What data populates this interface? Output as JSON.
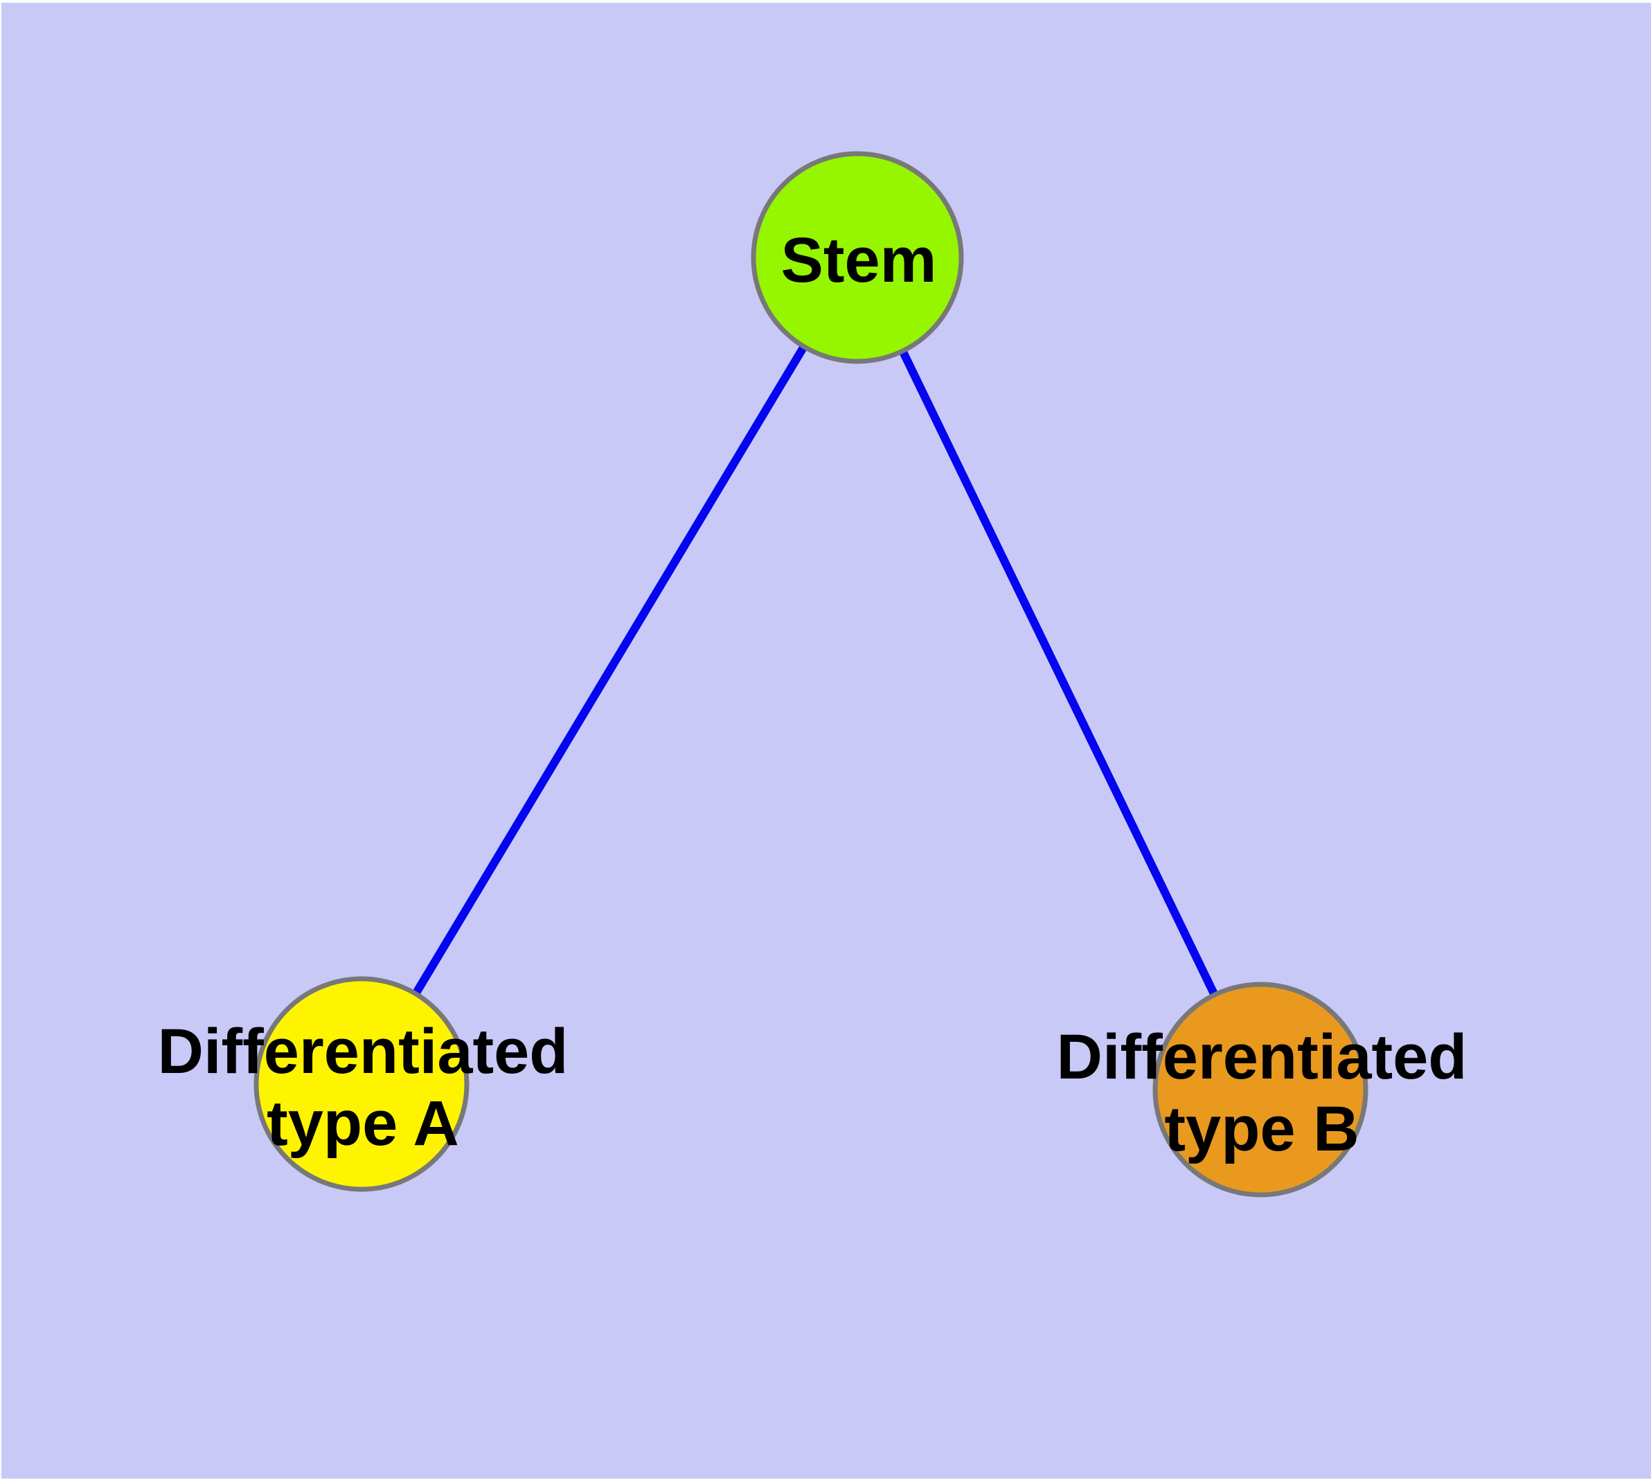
{
  "canvas": {
    "background_color": "#C9C9F8",
    "edge_color": "#0505F0",
    "node_border_color": "#787878",
    "label_text_color": "#000000"
  },
  "nodes": {
    "stem": {
      "label": "Stem",
      "fill": "#95F600"
    },
    "type_a": {
      "label_line1": "Differentiated",
      "label_line2": "type A",
      "fill": "#FFF400"
    },
    "type_b": {
      "label_line1": "Differentiated",
      "label_line2": "type B",
      "fill": "#E8991E"
    }
  },
  "edges": [
    {
      "from": "Stem",
      "to": "Differentiated type A"
    },
    {
      "from": "Stem",
      "to": "Differentiated type B"
    }
  ]
}
